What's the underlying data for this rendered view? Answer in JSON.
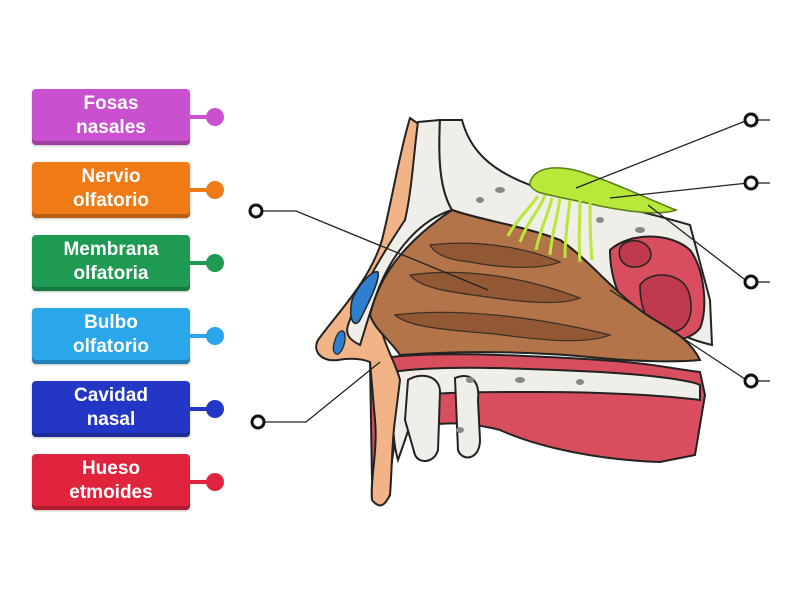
{
  "labels": [
    {
      "text": "Fosas\nnasales",
      "color": "#c950cf"
    },
    {
      "text": "Nervio\nolfatorio",
      "color": "#ef7a16"
    },
    {
      "text": "Membrana\nolfatoria",
      "color": "#1e9a52"
    },
    {
      "text": "Bulbo\nolfatorio",
      "color": "#2aa6ea"
    },
    {
      "text": "Cavidad\nnasal",
      "color": "#2436c6"
    },
    {
      "text": "Hueso\netmoides",
      "color": "#e0243e"
    }
  ],
  "colors": {
    "skin": "#f2b487",
    "tissue": "#b27448",
    "tissue_dark": "#8c5430",
    "bone": "#f0eee8",
    "mucosa": "#d94e5f",
    "nerve": "#b7e83a",
    "blue": "#2d7fd0"
  }
}
